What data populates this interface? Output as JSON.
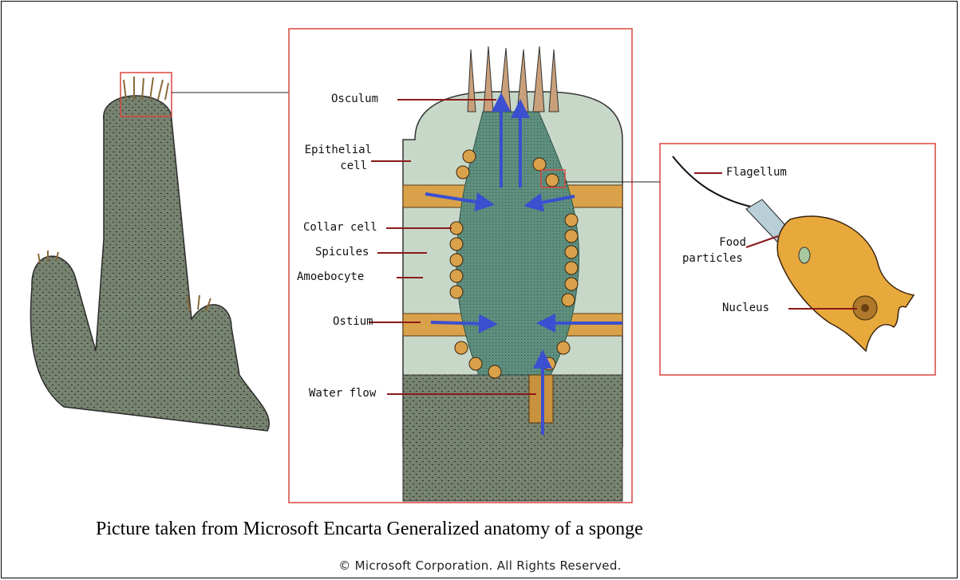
{
  "labels": {
    "osculum": "Osculum",
    "epithelial_line1": "Epithelial",
    "epithelial_line2": "cell",
    "collar_cell": "Collar cell",
    "spicules": "Spicules",
    "amoebocyte": "Amoebocyte",
    "ostium": "Ostium",
    "water_flow": "Water flow",
    "flagellum": "Flagellum",
    "food_line1": "Food",
    "food_line2": "particles",
    "nucleus": "Nucleus"
  },
  "caption": "Picture taken from Microsoft Encarta Generalized anatomy of a sponge",
  "copyright": "© Microsoft Corporation. All Rights Reserved.",
  "colors": {
    "callout_box": "#d9463f",
    "sponge_body": "#6f7d6e",
    "water_arrow": "#3b4fd0",
    "cavity": "#5b8a78",
    "collar_cell": "#d9a24a",
    "leader_line": "#8b1a1a"
  }
}
